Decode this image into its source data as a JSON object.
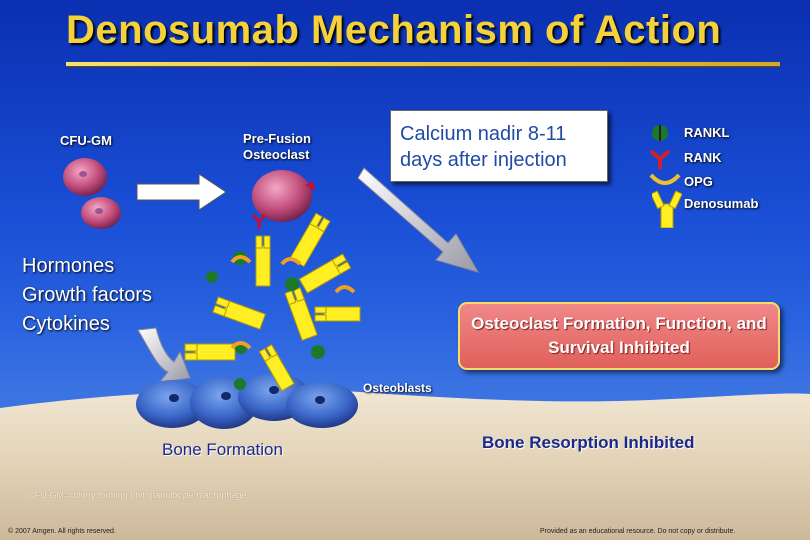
{
  "title": "Denosumab Mechanism of Action",
  "cells": {
    "cfu_gm": "CFU-GM",
    "pre_fusion": "Pre-Fusion\nOsteoclast"
  },
  "factors": {
    "line1": "Hormones",
    "line2": "Growth factors",
    "line3": "Cytokines"
  },
  "callout": "Calcium nadir 8-11 days after injection",
  "legend": [
    {
      "label": "RANKL",
      "icon": "rankl-icon",
      "color": "#1a7a2a"
    },
    {
      "label": "RANK",
      "icon": "rank-icon",
      "color": "#d0202a"
    },
    {
      "label": "OPG",
      "icon": "opg-icon",
      "color": "#f0c030"
    },
    {
      "label": "Denosumab",
      "icon": "denosumab-icon",
      "color": "#ffee22"
    }
  ],
  "inhibited_box": "Osteoclast Formation, Function, and Survival Inhibited",
  "osteoblasts": "Osteoblasts",
  "bone_formation": "Bone Formation",
  "bone_resorption": "Bone Resorption Inhibited",
  "footnote": "CFU-GM=colony forming unit granulocyte macrophage",
  "copyright": "© 2007 Amgen. All rights reserved.",
  "disclaimer": "Provided as an educational resource. Do not copy or distribute.",
  "colors": {
    "title": "#f5d23a",
    "background": "#1a4fd6",
    "bone": "#e9dcc6",
    "box_red": "#e0605a",
    "callout_text": "#1f4aa8"
  }
}
